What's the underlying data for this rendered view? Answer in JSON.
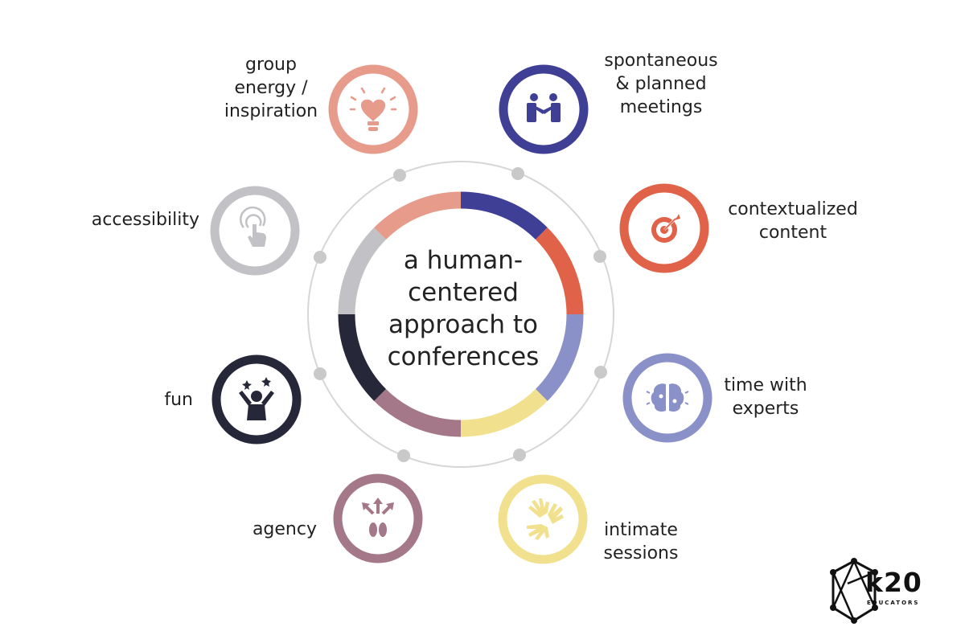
{
  "center": {
    "title": "a human-\ncentered\napproach to\nconferences"
  },
  "segments": [
    {
      "color": "#3F3F95"
    },
    {
      "color": "#E06249"
    },
    {
      "color": "#8A90C8"
    },
    {
      "color": "#F1E18E"
    },
    {
      "color": "#A47789"
    },
    {
      "color": "#262839"
    },
    {
      "color": "#C1C1C6"
    },
    {
      "color": "#E79B8B"
    }
  ],
  "nodes": [
    {
      "label": "group\nenergy /\ninspiration",
      "color": "#E79B8B",
      "icon": "lightbulb-heart-icon"
    },
    {
      "label": "spontaneous\n& planned\nmeetings",
      "color": "#3F3F95",
      "icon": "handshake-icon"
    },
    {
      "label": "contextualized\ncontent",
      "color": "#E06249",
      "icon": "target-icon"
    },
    {
      "label": "time with\nexperts",
      "color": "#8A90C8",
      "icon": "brain-icon"
    },
    {
      "label": "intimate\nsessions",
      "color": "#F1E18E",
      "icon": "hands-icon"
    },
    {
      "label": "agency",
      "color": "#A47789",
      "icon": "footprints-arrows-icon"
    },
    {
      "label": "fun",
      "color": "#262839",
      "icon": "celebrating-person-icon"
    },
    {
      "label": "accessibility",
      "color": "#C1C1C6",
      "icon": "touch-hand-icon"
    }
  ],
  "connector_color": "#C9C9C9",
  "logo": {
    "main": "k20",
    "sub": "EDUCATORS"
  }
}
